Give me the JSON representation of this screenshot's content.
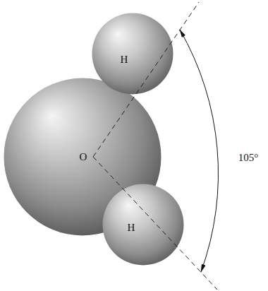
{
  "diagram": {
    "nodes": [
      {
        "text": [
          "H"
        ]
      },
      {
        "text": [
          "O"
        ]
      },
      {
        "text": [
          "H"
        ]
      }
    ],
    "labels": [
      "105°"
    ]
  }
}
